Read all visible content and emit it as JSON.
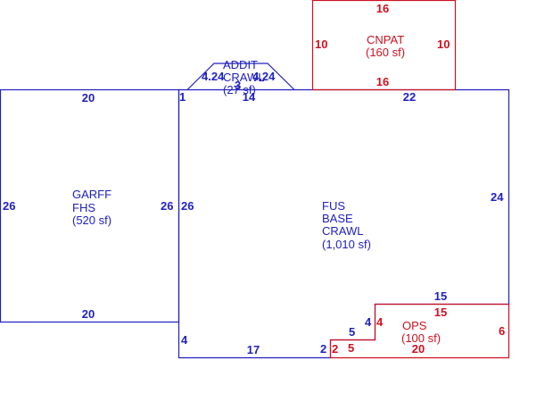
{
  "colors": {
    "blue": "#2020c0",
    "red": "#d01020"
  },
  "areas": {
    "garff": {
      "name1": "GARFF",
      "name2": "FHS",
      "area": "(520 sf)",
      "dims": {
        "top": "20",
        "left": "26",
        "right": "26",
        "bottom": "20"
      }
    },
    "fus": {
      "name1": "FUS",
      "name2": "BASE",
      "name3": "CRAWL",
      "area": "(1,010 sf)",
      "dims": {
        "top_left": "1",
        "top_mid": "14",
        "top_right": "22",
        "left": "26",
        "right": "24",
        "bottom_left_side": "4",
        "bottom": "17",
        "step_a": "2",
        "step_b": "5",
        "step_c": "4",
        "step_top": "15"
      }
    },
    "addit": {
      "name1": "ADDIT",
      "name2": "CRAWL",
      "area": "(27 sf)",
      "dims": {
        "left": "4.24",
        "right": "4.24",
        "mid": "3"
      }
    },
    "cnpat": {
      "name": "CNPAT",
      "area": "(160 sf)",
      "dims": {
        "top": "16",
        "left": "10",
        "right": "10",
        "bottom": "16"
      }
    },
    "ops": {
      "name": "OPS",
      "area": "(100 sf)",
      "dims": {
        "top": "15",
        "left_notch": "4",
        "step": "5",
        "small": "2",
        "right": "6",
        "bottom": "20"
      }
    }
  }
}
